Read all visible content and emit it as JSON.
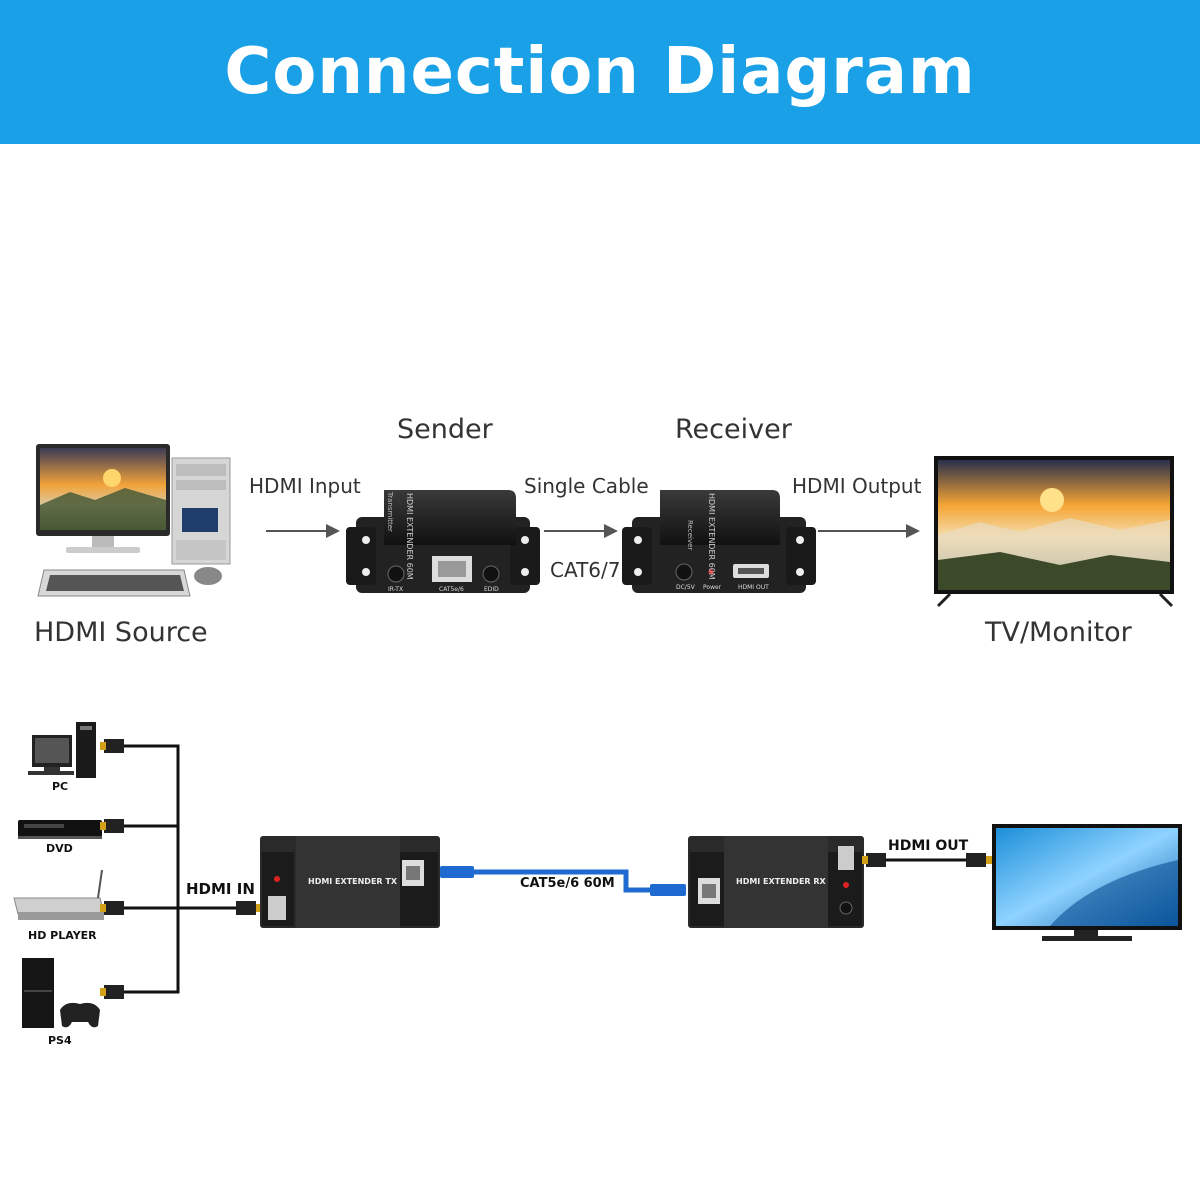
{
  "header": {
    "title": "Connection Diagram"
  },
  "top_diagram": {
    "sender_label": "Sender",
    "receiver_label": "Receiver",
    "hdmi_input": "HDMI Input",
    "single_cable": "Single Cable",
    "cat_label": "CAT6/7",
    "hdmi_output": "HDMI Output",
    "source_label": "HDMI Source",
    "monitor_label": "TV/Monitor",
    "sender_device": {
      "top_text": "HDMI EXTENDER 60M",
      "side_text": "Transmitter",
      "port_irtx": "IR-TX",
      "port_cat": "CAT5e/6",
      "port_edid": "EDID"
    },
    "receiver_device": {
      "top_text": "HDMI EXTENDER 60M",
      "side_text": "Receiver",
      "port_dc": "DC/5V",
      "port_power": "Power",
      "port_hdmi": "HDMI OUT"
    }
  },
  "bottom_diagram": {
    "sources": [
      {
        "label": "PC"
      },
      {
        "label": "DVD"
      },
      {
        "label": "HD PLAYER"
      },
      {
        "label": "PS4"
      }
    ],
    "hdmi_in": "HDMI IN",
    "tx_box": "HDMI EXTENDER TX",
    "rx_box": "HDMI EXTENDER RX",
    "cable_label": "CAT5e/6 60M",
    "hdmi_out": "HDMI OUT"
  }
}
